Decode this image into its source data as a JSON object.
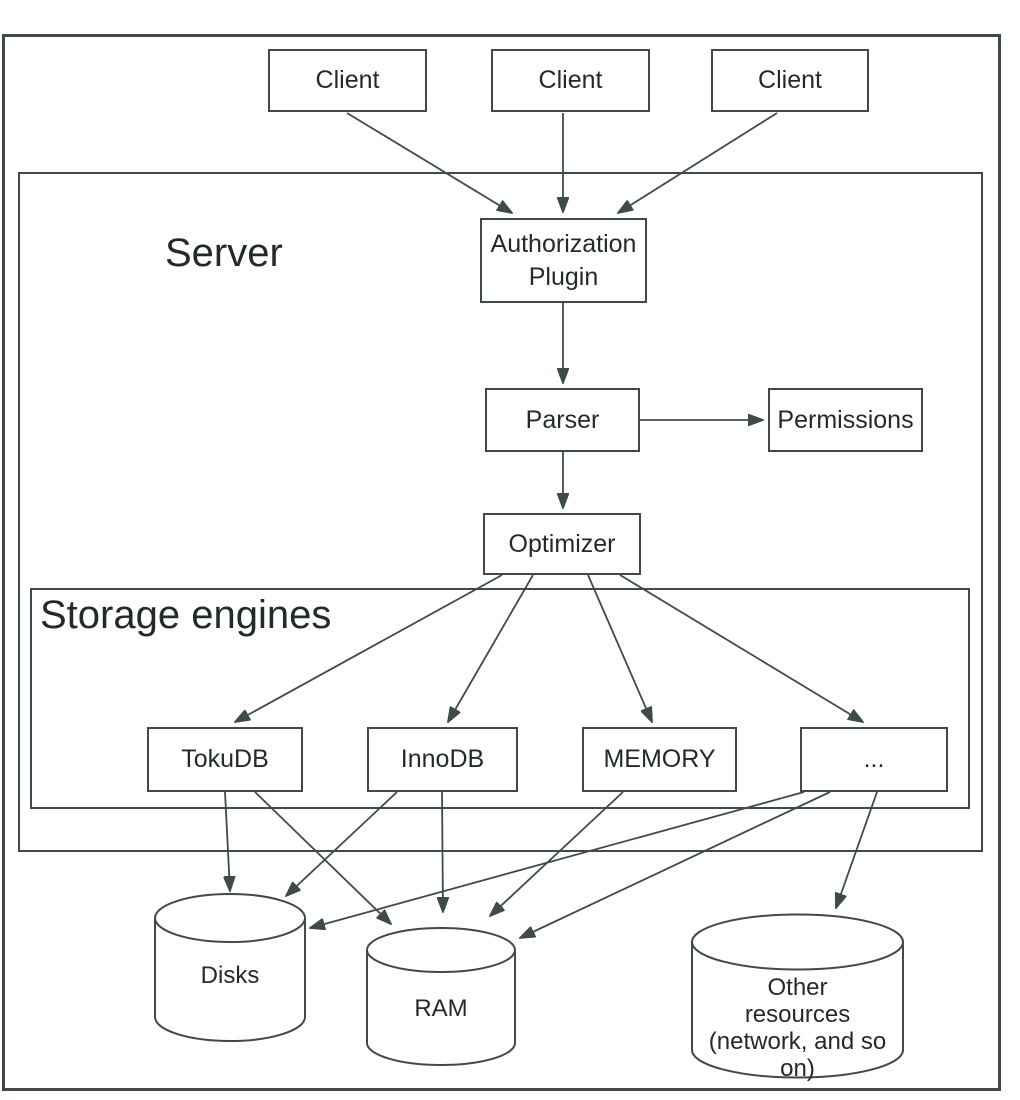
{
  "colors": {
    "line": "#3f4b4b",
    "text": "#232a2c",
    "box_background": "#ffffff",
    "page_background": "#ffffff"
  },
  "frames": {
    "server_label": "Server",
    "storage_label": "Storage engines"
  },
  "clients": [
    {
      "label": "Client"
    },
    {
      "label": "Client"
    },
    {
      "label": "Client"
    }
  ],
  "server_nodes": {
    "authorization_line1": "Authorization",
    "authorization_line2": "Plugin",
    "parser": "Parser",
    "permissions": "Permissions",
    "optimizer": "Optimizer"
  },
  "engines": [
    {
      "label": "TokuDB"
    },
    {
      "label": "InnoDB"
    },
    {
      "label": "MEMORY"
    },
    {
      "label": "..."
    }
  ],
  "resources": {
    "disks": "Disks",
    "ram": "RAM",
    "other_line1": "Other",
    "other_line2": "resources",
    "other_line3": "(network, and so on)"
  }
}
